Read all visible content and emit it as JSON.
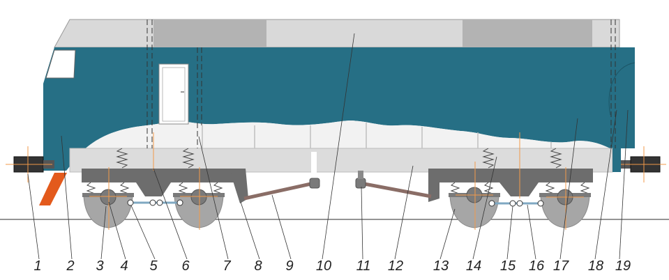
{
  "labels": [
    "1",
    "2",
    "3",
    "4",
    "5",
    "6",
    "7",
    "8",
    "9",
    "10",
    "11",
    "12",
    "13",
    "14",
    "15",
    "16",
    "17",
    "18",
    "19"
  ],
  "colors": {
    "body": "#266f85",
    "roof": "#d9d9d9",
    "roof_panel": "#b3b3b3",
    "frame": "#dcdcdc",
    "bogie": "#6d6d6d",
    "wheel": "#a6a6a6",
    "axle": "#7a7a7a",
    "link": "#7fa8c2",
    "rod": "#8a6d66",
    "cowcatcher": "#e35a1c",
    "marker": "#f29a4a",
    "leader": "#333333"
  }
}
